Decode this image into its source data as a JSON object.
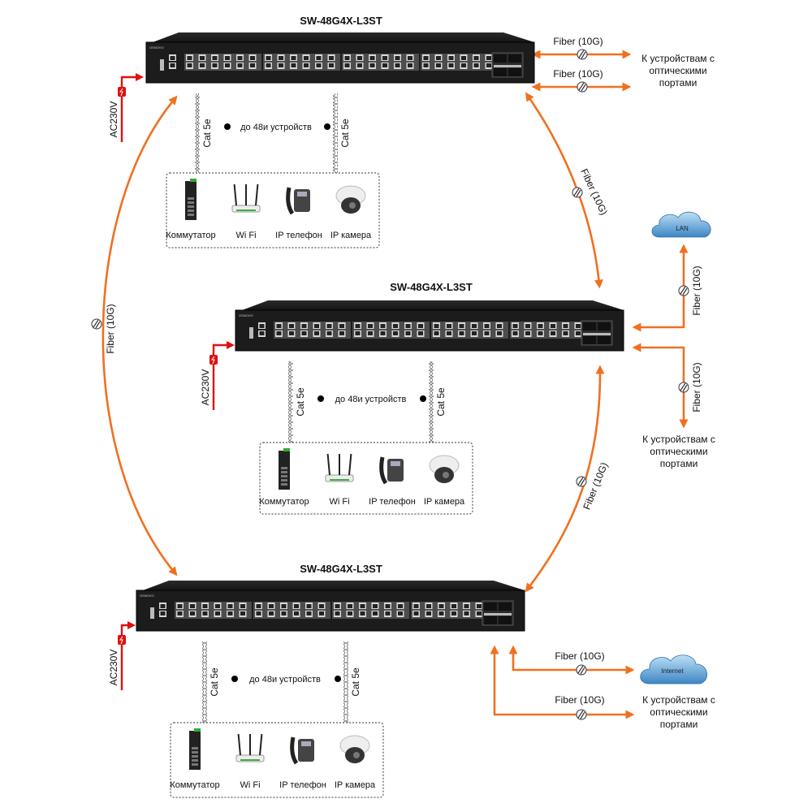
{
  "switches": [
    {
      "model": "SW-48G4X-L3ST",
      "brand": "OSNOVO",
      "power_label": "AC230V",
      "cable_left": "Cat 5e",
      "cable_right": "Cat 5e",
      "devices_caption": "до 48и устройств",
      "devices": [
        {
          "label": "Коммутатор",
          "icon": "industrial-switch-icon"
        },
        {
          "label": "Wi Fi",
          "icon": "wifi-router-icon"
        },
        {
          "label": "IP телефон",
          "icon": "ip-phone-icon"
        },
        {
          "label": "IP камера",
          "icon": "ip-camera-icon"
        }
      ]
    },
    {
      "model": "SW-48G4X-L3ST",
      "brand": "OSNOVO",
      "power_label": "AC230V",
      "cable_left": "Cat 5e",
      "cable_right": "Cat 5e",
      "devices_caption": "до 48и устройств",
      "devices": [
        {
          "label": "Коммутатор",
          "icon": "industrial-switch-icon"
        },
        {
          "label": "Wi Fi",
          "icon": "wifi-router-icon"
        },
        {
          "label": "IP телефон",
          "icon": "ip-phone-icon"
        },
        {
          "label": "IP камера",
          "icon": "ip-camera-icon"
        }
      ]
    },
    {
      "model": "SW-48G4X-L3ST",
      "brand": "OSNOVO",
      "power_label": "AC230V",
      "cable_left": "Cat 5e",
      "cable_right": "Cat 5e",
      "devices_caption": "до 48и устройств",
      "devices": [
        {
          "label": "Коммутатор",
          "icon": "industrial-switch-icon"
        },
        {
          "label": "Wi Fi",
          "icon": "wifi-router-icon"
        },
        {
          "label": "IP телефон",
          "icon": "ip-phone-icon"
        },
        {
          "label": "IP камера",
          "icon": "ip-camera-icon"
        }
      ]
    }
  ],
  "links": {
    "fiber_label": "Fiber (10G)",
    "top_right_1": "Fiber (10G)",
    "top_right_2": "Fiber (10G)",
    "top_right_dest": [
      "К устройствам с",
      "оптическими",
      "портами"
    ],
    "ring_right_upper": "Fiber (10G)",
    "ring_right_lower": "Fiber (10G)",
    "ring_left": "Fiber (10G)",
    "mid_up": "Fiber (10G)",
    "mid_down": "Fiber (10G)",
    "mid_dest": [
      "К устройствам с",
      "оптическими",
      "портами"
    ],
    "bottom_1": "Fiber (10G)",
    "bottom_2": "Fiber (10G)",
    "bottom_dest": [
      "К устройствам с",
      "оптическими",
      "портами"
    ]
  },
  "clouds": {
    "lan": "LAN",
    "internet": "Internet"
  },
  "colors": {
    "fiber": "#f07020",
    "power": "#e01010",
    "switch_body": "#1c1c1c",
    "cloud": "#4a90c8"
  }
}
